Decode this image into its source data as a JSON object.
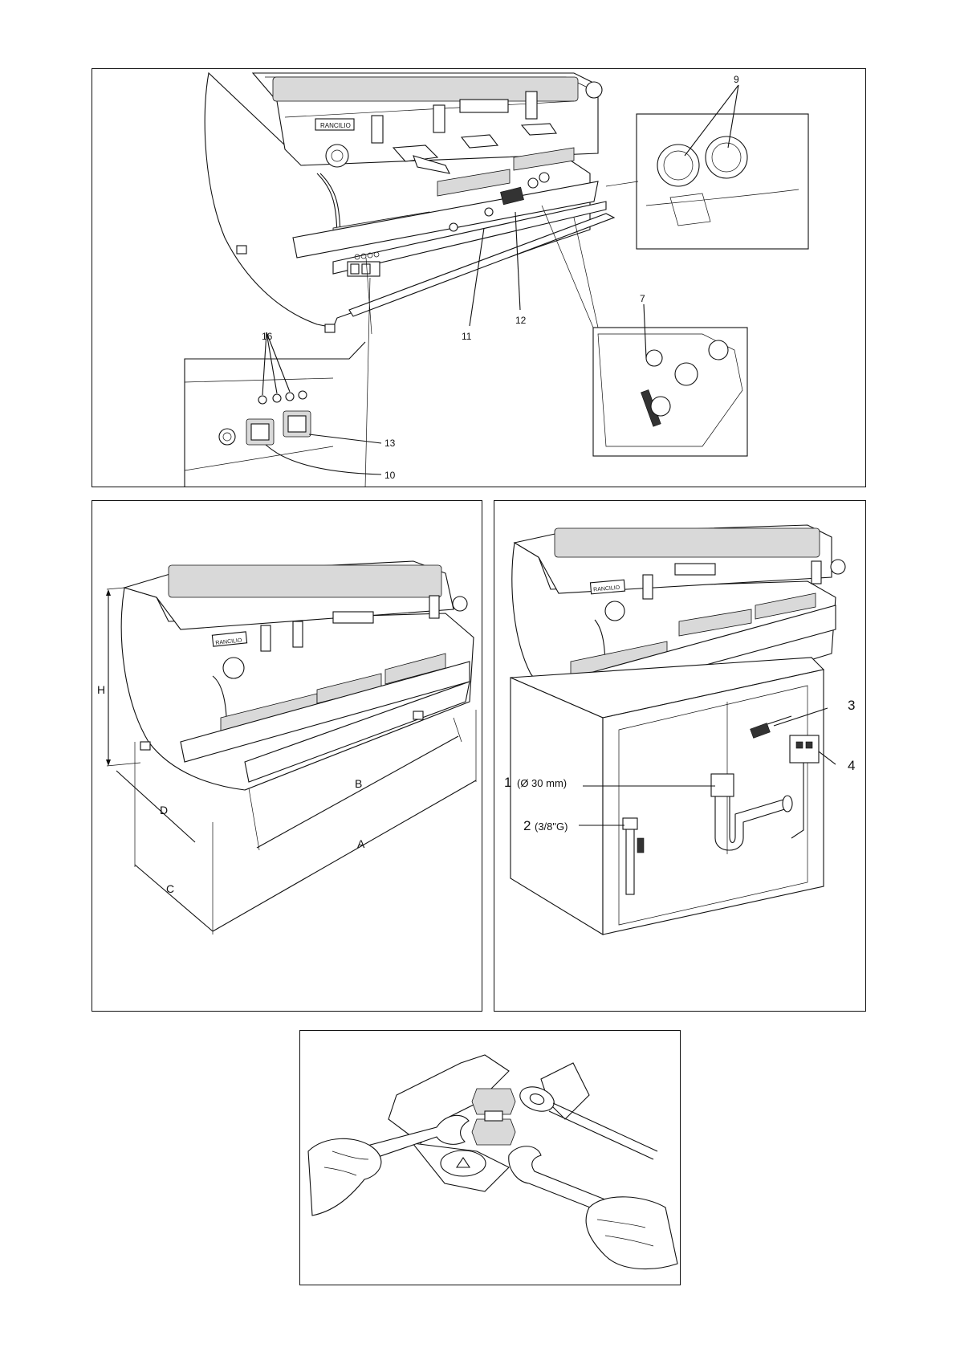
{
  "brand": "RANCILIO",
  "panel_top": {
    "callouts": [
      "9",
      "7",
      "16",
      "11",
      "12",
      "13",
      "10"
    ]
  },
  "panel_dimensions": {
    "labels": [
      "H",
      "D",
      "B",
      "A",
      "C"
    ]
  },
  "panel_installation": {
    "items": [
      {
        "number": "1",
        "spec": "(Ø 30 mm)"
      },
      {
        "number": "2",
        "spec": "(3/8\"G)"
      },
      {
        "number": "3",
        "spec": ""
      },
      {
        "number": "4",
        "spec": ""
      }
    ]
  },
  "panel_wrench": {}
}
